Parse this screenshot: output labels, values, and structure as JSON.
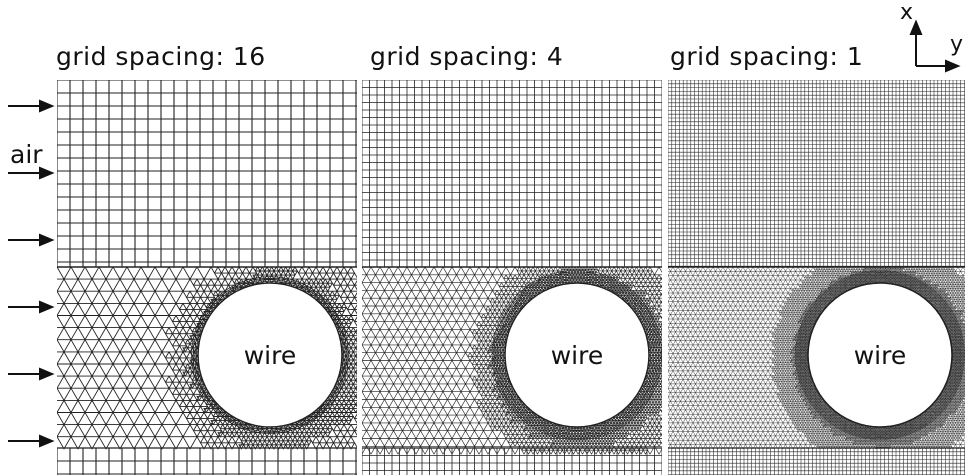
{
  "panels": [
    {
      "title": "grid spacing: 16",
      "wire_label": "wire"
    },
    {
      "title": "grid spacing: 4",
      "wire_label": "wire"
    },
    {
      "title": "grid spacing: 1",
      "wire_label": "wire"
    }
  ],
  "inflow_label": "air",
  "axes": {
    "x_label": "x",
    "y_label": "y"
  },
  "colors": {
    "mesh": "#222222",
    "background": "#ffffff",
    "wire_fill": "#ffffff"
  }
}
